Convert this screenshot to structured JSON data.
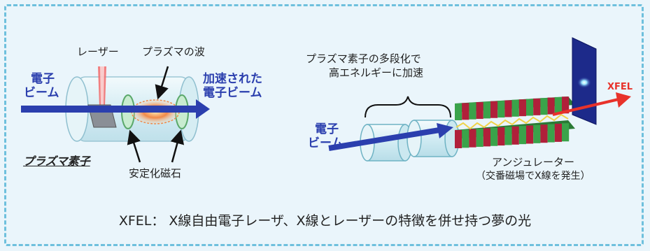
{
  "left": {
    "laser": "レーザー",
    "plasma_wave": "プラズマの波",
    "electron_beam_line1": "電子",
    "electron_beam_line2": "ビーム",
    "accelerated_line1": "加速された",
    "accelerated_line2": "電子ビーム",
    "plasma_element": "プラズマ素子",
    "stabilizing_magnet": "安定化磁石"
  },
  "right": {
    "multistage_line1": "プラズマ素子の多段化で",
    "multistage_line2": "高エネルギーに加速",
    "electron_beam_line1": "電子",
    "electron_beam_line2": "ビーム",
    "xfel": "XFEL",
    "undulator": "アンジュレーター",
    "undulator_note": "（交番磁場でX線を発生）"
  },
  "caption": "XFEL： X線自由電子レーザ、X線とレーザーの特徴を併せ持つ夢の光",
  "colors": {
    "frame": "#6ec0dd",
    "beam": "#2b3fae",
    "xray": "#e8322a",
    "magnet_green": "#3aa34a",
    "magnet_red": "#b0203a"
  }
}
